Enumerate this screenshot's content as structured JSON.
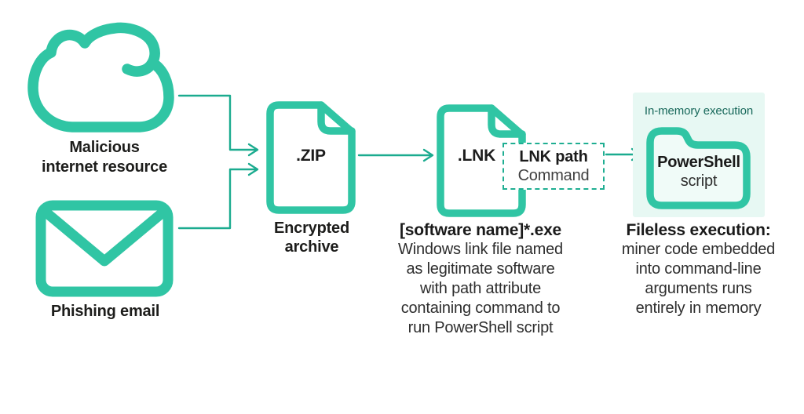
{
  "diagram": "fileless-miner-infection-chain",
  "colors": {
    "icon_teal": "#30c5a4",
    "arrow_teal": "#1bab8f",
    "dashed_border_teal": "#1fae92",
    "ink": "#1d1d1b",
    "body_text": "#2e2e2e",
    "panel_mint": "#e7f8f3",
    "folder_fill": "#f0fbf8",
    "panel_label_green": "#17685a"
  },
  "nodes": {
    "malicious_resource": {
      "label_line1": "Malicious",
      "label_line2": "internet resource"
    },
    "phishing_email": {
      "label": "Phishing email"
    },
    "encrypted_archive": {
      "file_type": ".ZIP",
      "caption_line1": "Encrypted",
      "caption_line2": "archive"
    },
    "link_file": {
      "file_type": ".LNK",
      "lnk_box": {
        "line1": "LNK path",
        "line2": "Command"
      },
      "caption_title": "[software name]*.exe",
      "caption_lines": [
        "Windows link file named",
        "as legitimate software",
        "with path attribute",
        "containing command to",
        "run PowerShell script"
      ]
    },
    "powershell": {
      "panel_label": "In-memory execution",
      "folder_line1": "PowerShell",
      "folder_line2": "script",
      "caption_title": "Fileless execution:",
      "caption_lines": [
        "miner code embedded",
        "into command-line",
        "arguments runs",
        "entirely in memory"
      ]
    }
  }
}
